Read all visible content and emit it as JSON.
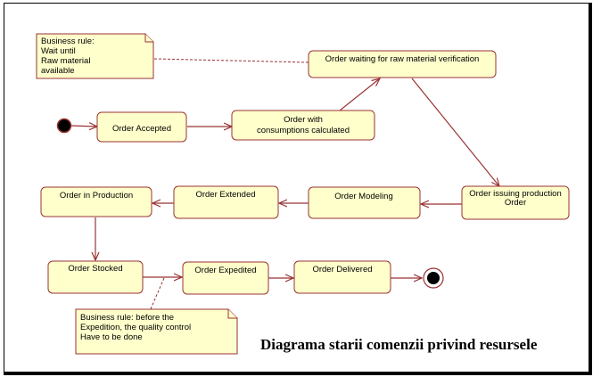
{
  "states": {
    "order_accepted": "Order Accepted",
    "order_with_consumptions_line1": "Order with",
    "order_with_consumptions_line2": "consumptions calculated",
    "order_waiting": "Order waiting for raw material verification",
    "order_issuing_line1": "Order issuing production",
    "order_issuing_line2": "Order",
    "order_modeling": "Order Modeling",
    "order_extended": "Order Extended",
    "order_in_production": "Order in Production",
    "order_stocked": "Order Stocked",
    "order_expedited": "Order  Expedited",
    "order_delivered": "Order Delivered"
  },
  "notes": {
    "raw_material": [
      "Business rule:",
      "Wait until",
      "Raw material",
      "available"
    ],
    "quality_control": [
      "Business rule: before the",
      "Expedition, the quality control",
      "Have to be done"
    ]
  },
  "caption": "Diagrama starii comenzii privind resursele"
}
